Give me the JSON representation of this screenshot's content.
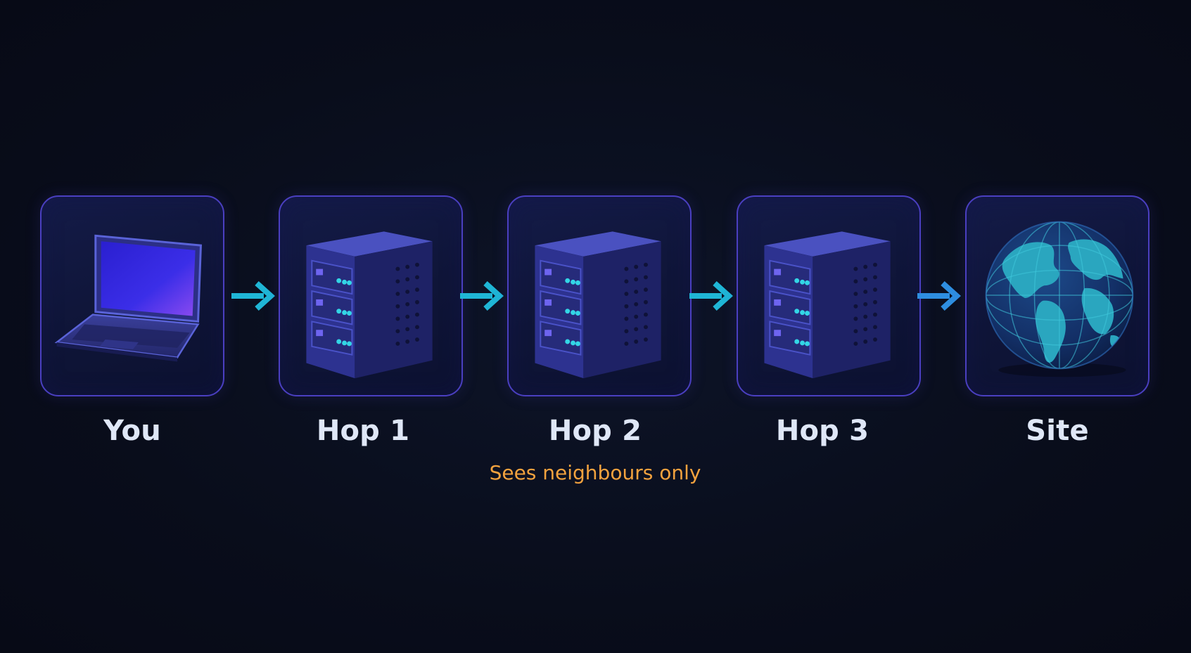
{
  "nodes": [
    {
      "label": "You",
      "icon": "laptop-icon"
    },
    {
      "label": "Hop 1",
      "icon": "server-icon"
    },
    {
      "label": "Hop 2",
      "icon": "server-icon"
    },
    {
      "label": "Hop 3",
      "icon": "server-icon"
    },
    {
      "label": "Site",
      "icon": "globe-icon"
    }
  ],
  "note": "Sees neighbours only",
  "colors": {
    "background": "#0a0f1f",
    "card_border": "#4a3fc0",
    "arrow_teal": "#1fb6d6",
    "arrow_blue": "#2e8ee0",
    "label": "#dfe7f7",
    "note": "#f3a23e"
  }
}
